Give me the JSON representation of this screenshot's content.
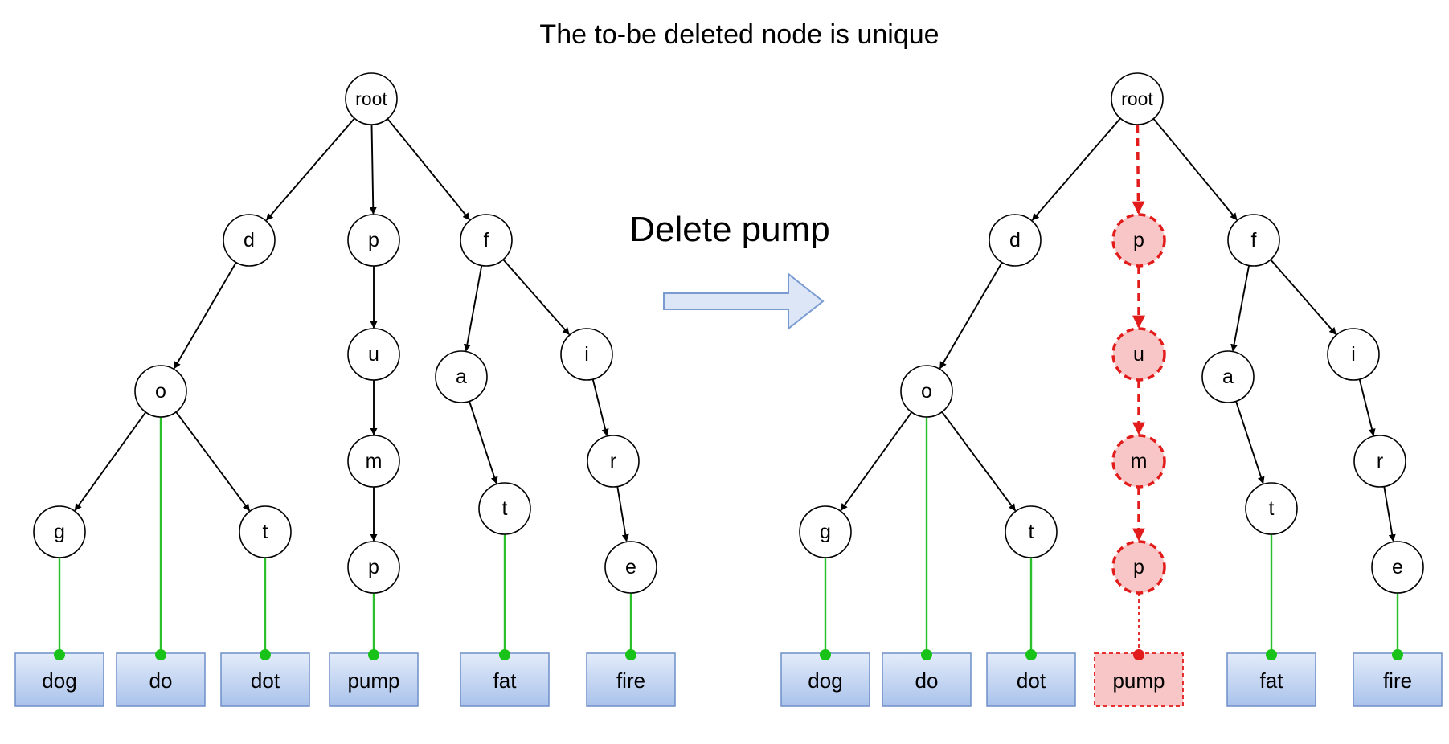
{
  "title": "The to-be deleted node is unique",
  "operation_label": "Delete pump",
  "colors": {
    "edge": "#000000",
    "leaf_link": "#2bbf2b",
    "leaf_box": "#bcd0ef",
    "deleted": "#e21b1b",
    "deleted_fill": "#f8c6c6"
  },
  "trees": [
    {
      "id": "before",
      "nodes": [
        {
          "id": "root",
          "label": "root"
        },
        {
          "id": "d",
          "label": "d"
        },
        {
          "id": "o",
          "label": "o"
        },
        {
          "id": "g",
          "label": "g"
        },
        {
          "id": "t1",
          "label": "t"
        },
        {
          "id": "p1",
          "label": "p"
        },
        {
          "id": "u",
          "label": "u"
        },
        {
          "id": "m",
          "label": "m"
        },
        {
          "id": "p2",
          "label": "p"
        },
        {
          "id": "f",
          "label": "f"
        },
        {
          "id": "a",
          "label": "a"
        },
        {
          "id": "t2",
          "label": "t"
        },
        {
          "id": "i",
          "label": "i"
        },
        {
          "id": "r",
          "label": "r"
        },
        {
          "id": "e",
          "label": "e"
        }
      ],
      "edges": [
        [
          "root",
          "d"
        ],
        [
          "root",
          "p1"
        ],
        [
          "root",
          "f"
        ],
        [
          "d",
          "o"
        ],
        [
          "o",
          "g"
        ],
        [
          "o",
          "t1"
        ],
        [
          "p1",
          "u"
        ],
        [
          "u",
          "m"
        ],
        [
          "m",
          "p2"
        ],
        [
          "f",
          "a"
        ],
        [
          "a",
          "t2"
        ],
        [
          "f",
          "i"
        ],
        [
          "i",
          "r"
        ],
        [
          "r",
          "e"
        ]
      ],
      "leaves": [
        {
          "word": "dog",
          "from": "g"
        },
        {
          "word": "do",
          "from": "o"
        },
        {
          "word": "dot",
          "from": "t1"
        },
        {
          "word": "pump",
          "from": "p2"
        },
        {
          "word": "fat",
          "from": "t2"
        },
        {
          "word": "fire",
          "from": "e"
        }
      ]
    },
    {
      "id": "after",
      "nodes": [
        {
          "id": "root",
          "label": "root"
        },
        {
          "id": "d",
          "label": "d"
        },
        {
          "id": "o",
          "label": "o"
        },
        {
          "id": "g",
          "label": "g"
        },
        {
          "id": "t1",
          "label": "t"
        },
        {
          "id": "p1",
          "label": "p",
          "deleted": true
        },
        {
          "id": "u",
          "label": "u",
          "deleted": true
        },
        {
          "id": "m",
          "label": "m",
          "deleted": true
        },
        {
          "id": "p2",
          "label": "p",
          "deleted": true
        },
        {
          "id": "f",
          "label": "f"
        },
        {
          "id": "a",
          "label": "a"
        },
        {
          "id": "t2",
          "label": "t"
        },
        {
          "id": "i",
          "label": "i"
        },
        {
          "id": "r",
          "label": "r"
        },
        {
          "id": "e",
          "label": "e"
        }
      ],
      "edges": [
        [
          "root",
          "d"
        ],
        [
          "root",
          "p1",
          "deleted"
        ],
        [
          "root",
          "f"
        ],
        [
          "d",
          "o"
        ],
        [
          "o",
          "g"
        ],
        [
          "o",
          "t1"
        ],
        [
          "p1",
          "u",
          "deleted"
        ],
        [
          "u",
          "m",
          "deleted"
        ],
        [
          "m",
          "p2",
          "deleted"
        ],
        [
          "f",
          "a"
        ],
        [
          "a",
          "t2"
        ],
        [
          "f",
          "i"
        ],
        [
          "i",
          "r"
        ],
        [
          "r",
          "e"
        ]
      ],
      "leaves": [
        {
          "word": "dog",
          "from": "g"
        },
        {
          "word": "do",
          "from": "o"
        },
        {
          "word": "dot",
          "from": "t1"
        },
        {
          "word": "pump",
          "from": "p2",
          "deleted": true
        },
        {
          "word": "fat",
          "from": "t2"
        },
        {
          "word": "fire",
          "from": "e"
        }
      ]
    }
  ]
}
